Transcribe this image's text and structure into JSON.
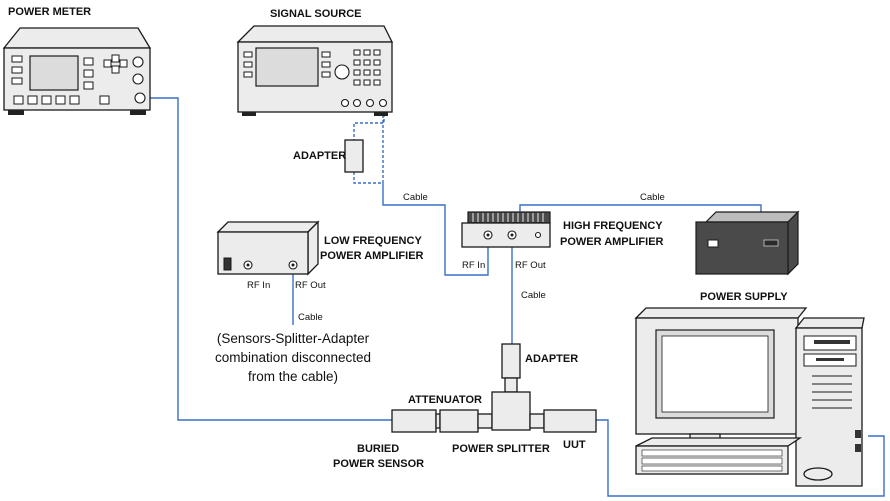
{
  "colors": {
    "cable": "#3a6fc4",
    "device_outline": "#1a1a1a",
    "device_fill": "#ececec"
  },
  "labels": {
    "power_meter": "POWER METER",
    "signal_source": "SIGNAL SOURCE",
    "adapter_top": "ADAPTER",
    "cable_source_to_hfpa": "Cable",
    "cable_hfpa_to_supply": "Cable",
    "high_freq_amp_line1": "HIGH FREQUENCY",
    "high_freq_amp_line2": "POWER AMPLIFIER",
    "hf_rf_in": "RF In",
    "hf_rf_out": "RF Out",
    "low_freq_amp_line1": "LOW FREQUENCY",
    "low_freq_amp_line2": "POWER AMPLIFIER",
    "lf_rf_in": "RF In",
    "lf_rf_out": "RF Out",
    "cable_lf": "Cable",
    "cable_hf_down": "Cable",
    "power_supply": "POWER SUPPLY",
    "note_line1": "(Sensors-Splitter-Adapter",
    "note_line2": "combination disconnected",
    "note_line3": "from the cable)",
    "adapter_mid": "ADAPTER",
    "attenuator": "ATTENUATOR",
    "buried_sensor_line1": "BURIED",
    "buried_sensor_line2": "POWER SENSOR",
    "power_splitter": "POWER SPLITTER",
    "uut": "UUT"
  }
}
